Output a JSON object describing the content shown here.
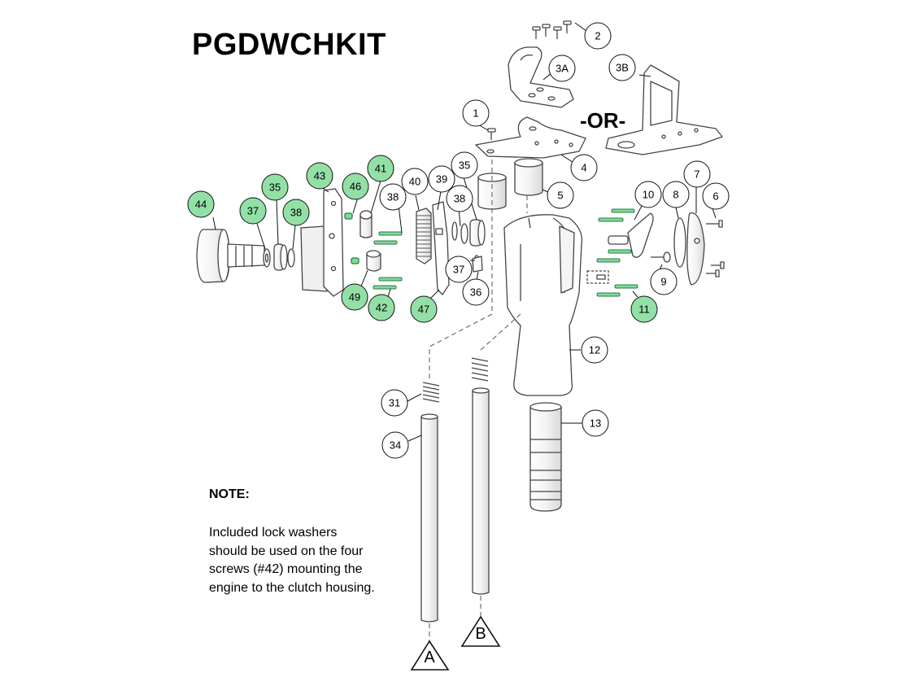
{
  "title": "PGDWCHKIT",
  "or_label": "-OR-",
  "note": {
    "heading": "NOTE:",
    "lines": [
      "Included lock washers",
      "should be used on the four",
      "screws (#42) mounting the",
      "engine to the clutch housing."
    ]
  },
  "colors": {
    "highlight": "#93e0a6",
    "highlight_part": "#7ed99a",
    "line": "#111111",
    "part_stroke": "#444444"
  },
  "callouts": {
    "c1": "1",
    "c2": "2",
    "c3a": "3A",
    "c3b": "3B",
    "c4": "4",
    "c5": "5",
    "c6": "6",
    "c7": "7",
    "c8": "8",
    "c9": "9",
    "c10": "10",
    "c11": "11",
    "c12": "12",
    "c13": "13",
    "c31": "31",
    "c34": "34",
    "c35a": "35",
    "c35b": "35",
    "c36": "36",
    "c37a": "37",
    "c37b": "37",
    "c38a": "38",
    "c38b": "38",
    "c38c": "38",
    "c39": "39",
    "c40": "40",
    "c41": "41",
    "c42": "42",
    "c43": "43",
    "c44": "44",
    "c46": "46",
    "c47": "47",
    "c49": "49"
  },
  "references": {
    "a": "A",
    "b": "B"
  }
}
